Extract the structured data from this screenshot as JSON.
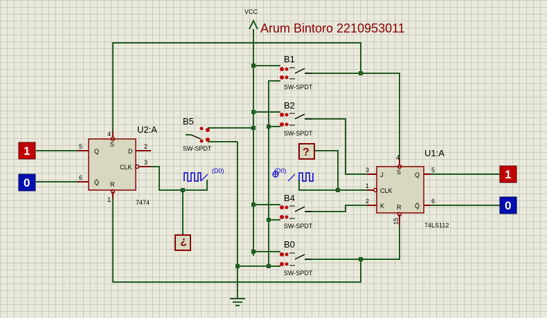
{
  "vcc_label": "VCC",
  "author": "Arum Bintoro 2210953011",
  "u2": {
    "name": "U2:A",
    "type": "7474",
    "pins": {
      "d": "D",
      "clk": "CLK",
      "q": "Q",
      "qb": "Q̄",
      "s": "S",
      "r": "R",
      "n2": "2",
      "n3": "3",
      "n4": "4",
      "n5": "5",
      "n6": "6",
      "n1": "1"
    }
  },
  "u1": {
    "name": "U1:A",
    "type": "74LS112",
    "pins": {
      "j": "J",
      "clk": "CLK",
      "k": "K",
      "q": "Q",
      "qb": "Q̄",
      "s": "S",
      "r": "R",
      "n3": "3",
      "n1": "1",
      "n2": "2",
      "n4": "4",
      "n5": "5",
      "n6": "6",
      "n15": "15"
    }
  },
  "switches": [
    {
      "name": "B1",
      "type": "SW-SPDT"
    },
    {
      "name": "B2",
      "type": "SW-SPDT"
    },
    {
      "name": "B5",
      "type": "SW-SPDT"
    },
    {
      "name": "B4",
      "type": "SW-SPDT"
    },
    {
      "name": "B0",
      "type": "SW-SPDT"
    }
  ],
  "clock_labels": {
    "d0_left": "(D0)",
    "d0_right": "(D0)"
  },
  "inputs": {
    "left_top": "1",
    "left_bottom": "0"
  },
  "outputs": {
    "right_top": "1",
    "right_bottom": "0"
  },
  "probes": {
    "probe1": "?",
    "probe2": "?"
  },
  "colors": {
    "wire": "#1f5c1f",
    "pin": "#8b0000",
    "high": "#c00000",
    "low": "#0010b0",
    "chip_fill": "#d8d8c0"
  }
}
